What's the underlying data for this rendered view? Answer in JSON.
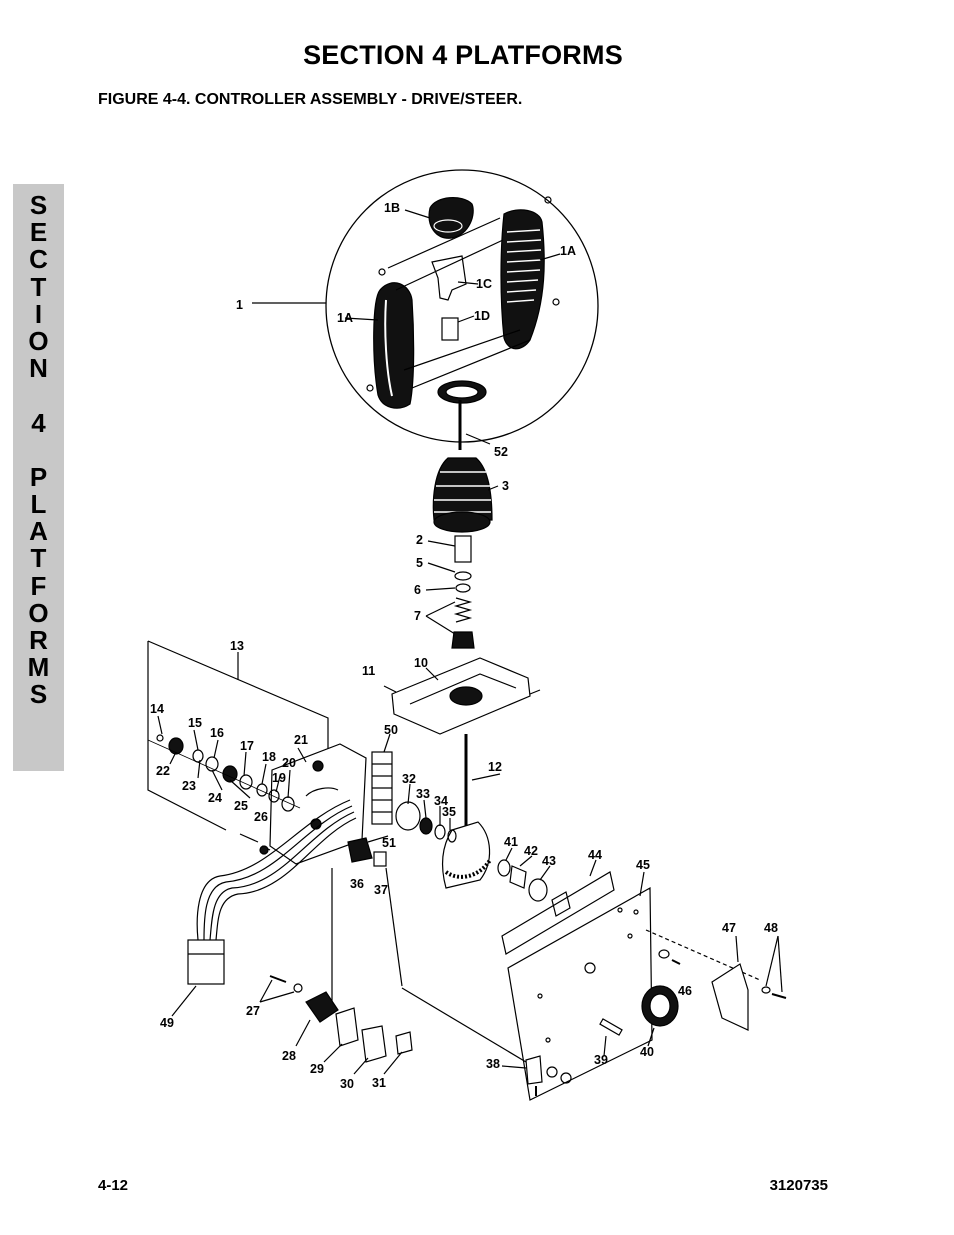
{
  "header": {
    "section_title": "SECTION 4  PLATFORMS",
    "figure_title": "FIGURE 4-4.    CONTROLLER ASSEMBLY - DRIVE/STEER."
  },
  "side_tab": {
    "letters": [
      "S",
      "E",
      "C",
      "T",
      "I",
      "O",
      "N",
      " ",
      "4",
      " ",
      "P",
      "L",
      "A",
      "T",
      "F",
      "O",
      "R",
      "M",
      "S"
    ]
  },
  "callouts": {
    "c1": "1",
    "c1A_left": "1A",
    "c1A_right": "1A",
    "c1B": "1B",
    "c1C": "1C",
    "c1D": "1D",
    "c2": "2",
    "c3": "3",
    "c5": "5",
    "c6": "6",
    "c7": "7",
    "c10": "10",
    "c11": "11",
    "c12": "12",
    "c13": "13",
    "c14": "14",
    "c15": "15",
    "c16": "16",
    "c17": "17",
    "c18": "18",
    "c19": "19",
    "c20": "20",
    "c21": "21",
    "c22": "22",
    "c23": "23",
    "c24": "24",
    "c25": "25",
    "c26": "26",
    "c27": "27",
    "c28": "28",
    "c29": "29",
    "c30": "30",
    "c31": "31",
    "c32": "32",
    "c33": "33",
    "c34": "34",
    "c35": "35",
    "c36": "36",
    "c37": "37",
    "c38": "38",
    "c39": "39",
    "c40": "40",
    "c41": "41",
    "c42": "42",
    "c43": "43",
    "c44": "44",
    "c45": "45",
    "c46": "46",
    "c47": "47",
    "c48": "48",
    "c49": "49",
    "c50": "50",
    "c51": "51",
    "c52": "52"
  },
  "footer": {
    "page_number": "4-12",
    "document_number": "3120735"
  }
}
